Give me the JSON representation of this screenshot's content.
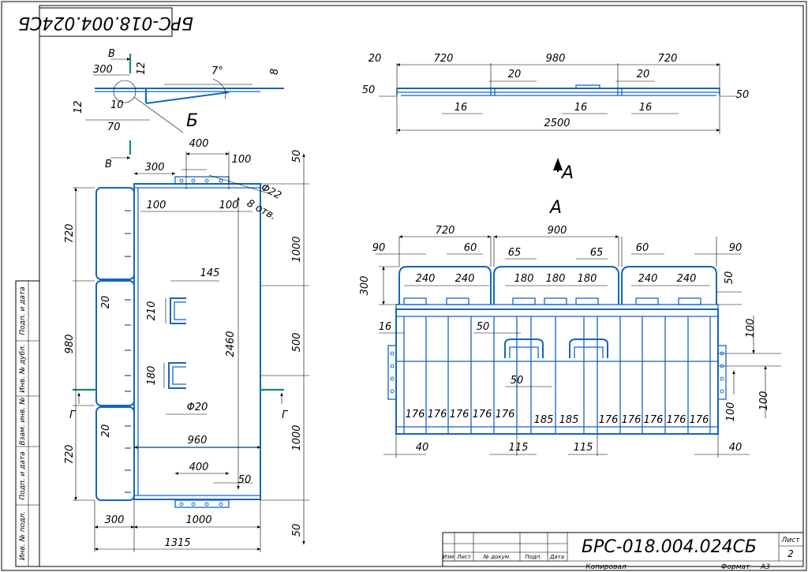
{
  "drawing": {
    "designation": "БРС-018.004.024СБ",
    "designation_rotated": "БРС-018.004.024СБ",
    "copied_label": "Копировал",
    "format_label": "Формат",
    "format_value": "А3",
    "sheet_label": "Лист",
    "sheet_number": "2"
  },
  "title_block": {
    "columns": [
      "Изм",
      "Лист",
      "№ докум.",
      "Подп.",
      "Дата"
    ]
  },
  "side_strip": {
    "fields": [
      "Подп. и дата",
      "Инв. № дубл.",
      "Взам. инв. №",
      "Подп. и дата",
      "Инв. № подл."
    ]
  },
  "section_labels": {
    "view_a_arrow": "А",
    "view_a_title": "А",
    "detail_b": "Б",
    "cut_b_top": "В",
    "cut_b_bottom": "В",
    "cut_g_left": "Г",
    "cut_g_right": "Г"
  },
  "detail_view": {
    "angle": "7°",
    "dims": [
      "300",
      "12",
      "8",
      "12",
      "10",
      "70"
    ]
  },
  "main_view": {
    "dims": {
      "top_400": "400",
      "top_100": "100",
      "top_300": "300",
      "hole_dia": "Φ22",
      "hole_count": "8 отв.",
      "inner_100a": "100",
      "inner_100b": "100",
      "left_720_top": "720",
      "left_980": "980",
      "left_720_bot": "720",
      "gap_20_top": "20",
      "gap_20_bot": "20",
      "bracket_145": "145",
      "bracket_210": "210",
      "bracket_180": "180",
      "length_2460": "2460",
      "dia_20": "Φ20",
      "width_960": "960",
      "bot_400": "400",
      "bot_50": "50",
      "bot_300": "300",
      "bot_1000": "1000",
      "total_1315": "1315",
      "right_50_top": "50",
      "right_1000_top": "1000",
      "right_500": "500",
      "right_1000_bot": "1000",
      "right_50_bot": "50"
    }
  },
  "top_view": {
    "dims": {
      "d20": "20",
      "d720a": "720",
      "d980": "980",
      "d720b": "720",
      "d20b": "20",
      "d20c": "20",
      "d50l": "50",
      "d50r": "50",
      "d16a": "16",
      "d16b": "16",
      "d16c": "16",
      "d2500": "2500"
    }
  },
  "view_a": {
    "top_dims": {
      "d90l": "90",
      "d720": "720",
      "d60a": "60",
      "d900": "900",
      "d65a": "65",
      "d65b": "65",
      "d60b": "60",
      "d90r": "90",
      "d300": "300",
      "d50": "50"
    },
    "pad_dims": [
      "240",
      "240",
      "180",
      "180",
      "180",
      "240",
      "240"
    ],
    "mid_dims": {
      "d16": "16",
      "d50a": "50",
      "d50b": "50",
      "d100a": "100",
      "d100b": "100",
      "d100c": "100"
    },
    "bay_dims": [
      "176",
      "176",
      "176",
      "176",
      "176",
      "185",
      "185",
      "176",
      "176",
      "176",
      "176",
      "176"
    ],
    "bottom_dims": {
      "d40l": "40",
      "d115a": "115",
      "d115b": "115",
      "d40r": "40"
    }
  }
}
